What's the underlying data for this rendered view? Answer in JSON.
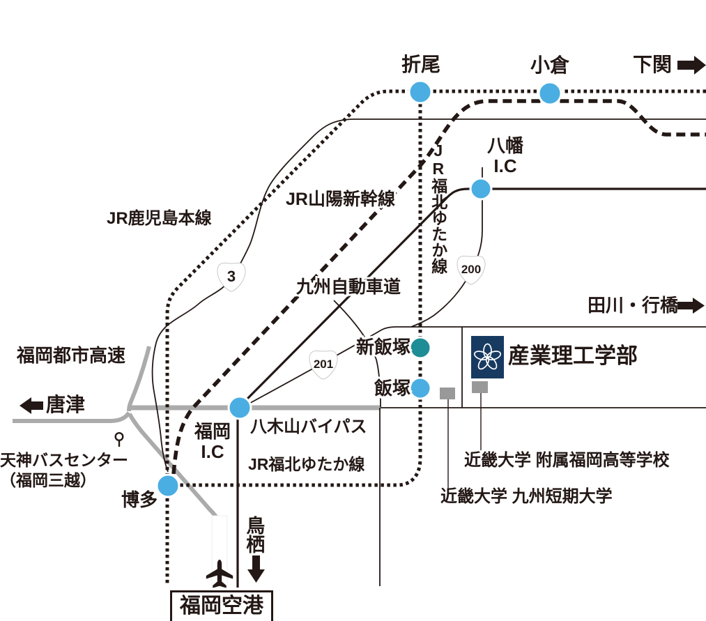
{
  "map": {
    "faculty": "産業理工学部",
    "stations": {
      "orio": "折尾",
      "kokura": "小倉",
      "shin_iizuka": "新飯塚",
      "iizuka": "飯塚",
      "hakata": "博多"
    },
    "interchanges": {
      "yahata": "八幡\nI.C",
      "fukuoka": "福岡\nI.C"
    },
    "lines": {
      "kagoshima": "JR鹿児島本線",
      "sanyo_shinkansen": "JR山陽新幹線",
      "fukuhoku_vertical": "JR福北ゆたか線",
      "fukuhoku_horizontal": "JR福北ゆたか線",
      "kyushu_expressway": "九州自動車道",
      "yakiyama_bypass": "八木山バイパス",
      "fukuoka_urban_expressway": "福岡都市高速"
    },
    "destinations": {
      "shimonoseki": "下関",
      "tagawa_yukuhashi": "田川・行橋",
      "karatsu": "唐津",
      "tosu": "鳥栖"
    },
    "route_badges": {
      "route3": "3",
      "route200": "200",
      "route201": "201"
    },
    "places": {
      "tenjin_bus_center": "天神バスセンター\n（福岡三越）",
      "fukuoka_airport": "福岡空港",
      "fukuoka_high_school": "近畿大学 附属福岡高等学校",
      "kyushu_junior_college": "近畿大学 九州短期大学"
    },
    "colors": {
      "ink": "#231815",
      "station_blue": "#4AAEE2",
      "station_teal": "#1F8D95",
      "logo_navy": "#173A60",
      "road_gray": "#ABABAB",
      "building_gray": "#999999"
    }
  }
}
